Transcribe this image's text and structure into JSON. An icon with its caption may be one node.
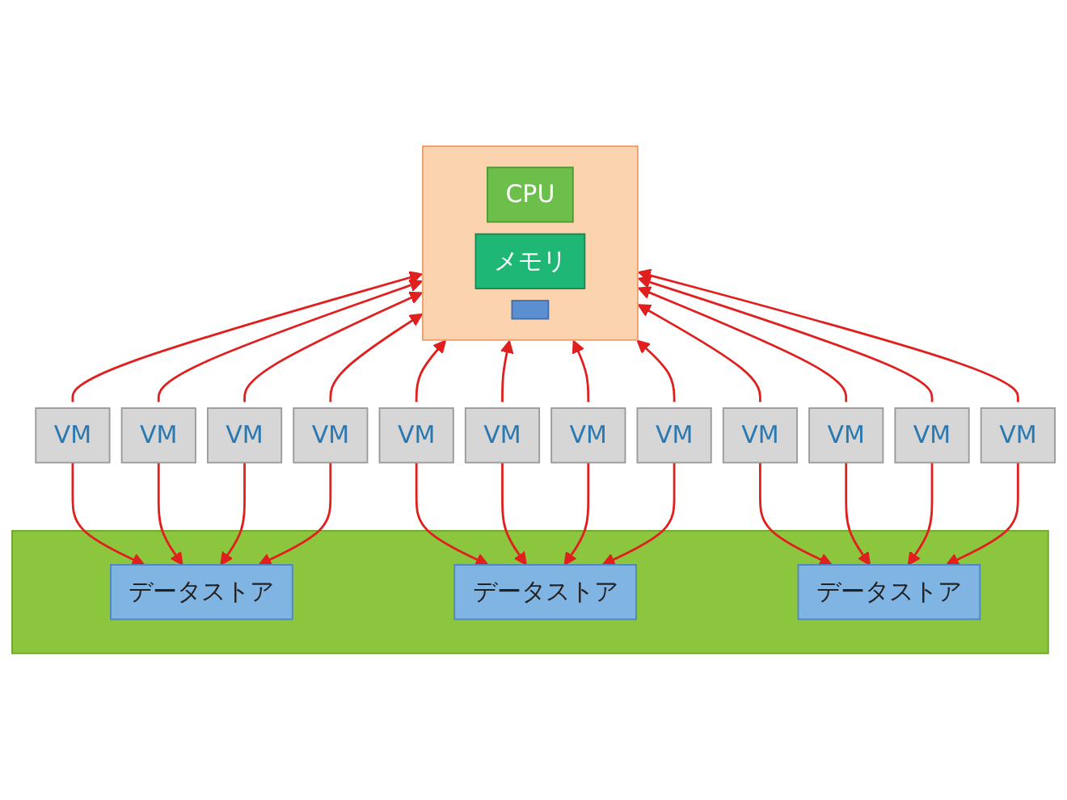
{
  "diagram": {
    "nodes": [
      {
        "text": [],
        "shape": "box"
      },
      {
        "text": [
          "CPU"
        ],
        "in": 0
      },
      {
        "text": [
          "メモリ"
        ],
        "in": 0
      },
      {
        "text": [],
        "shape": "box",
        "in": 0
      },
      {
        "text": [
          "VM"
        ]
      },
      {
        "text": [
          "VM"
        ]
      },
      {
        "text": [
          "VM"
        ]
      },
      {
        "text": [
          "VM"
        ]
      },
      {
        "text": [
          "VM"
        ]
      },
      {
        "text": [
          "VM"
        ]
      },
      {
        "text": [
          "VM"
        ]
      },
      {
        "text": [
          "VM"
        ]
      },
      {
        "text": [
          "VM"
        ]
      },
      {
        "text": [
          "VM"
        ]
      },
      {
        "text": [
          "VM"
        ]
      },
      {
        "text": [
          "VM"
        ]
      },
      {
        "text": [],
        "shape": "box"
      },
      {
        "text": [
          "データストア"
        ],
        "in": 16
      },
      {
        "text": [
          "データストア"
        ],
        "in": 16
      },
      {
        "text": [
          "データストア"
        ],
        "in": 16
      }
    ],
    "edges": [
      {
        "from": 4,
        "to": 0,
        "arrow": "to"
      },
      {
        "from": 4,
        "to": 17,
        "arrow": "to"
      },
      {
        "from": 5,
        "to": 0,
        "arrow": "to"
      },
      {
        "from": 5,
        "to": 17,
        "arrow": "to"
      },
      {
        "from": 6,
        "to": 0,
        "arrow": "to"
      },
      {
        "from": 6,
        "to": 17,
        "arrow": "to"
      },
      {
        "from": 7,
        "to": 0,
        "arrow": "to"
      },
      {
        "from": 7,
        "to": 17,
        "arrow": "to"
      },
      {
        "from": 8,
        "to": 0,
        "arrow": "to"
      },
      {
        "from": 8,
        "to": 18,
        "arrow": "to"
      },
      {
        "from": 9,
        "to": 0,
        "arrow": "to"
      },
      {
        "from": 9,
        "to": 18,
        "arrow": "to"
      },
      {
        "from": 10,
        "to": 0,
        "arrow": "to"
      },
      {
        "from": 10,
        "to": 18,
        "arrow": "to"
      },
      {
        "from": 11,
        "to": 0,
        "arrow": "to"
      },
      {
        "from": 11,
        "to": 18,
        "arrow": "to"
      },
      {
        "from": 12,
        "to": 0,
        "arrow": "to"
      },
      {
        "from": 12,
        "to": 19,
        "arrow": "to"
      },
      {
        "from": 13,
        "to": 0,
        "arrow": "to"
      },
      {
        "from": 13,
        "to": 19,
        "arrow": "to"
      },
      {
        "from": 14,
        "to": 0,
        "arrow": "to"
      },
      {
        "from": 14,
        "to": 19,
        "arrow": "to"
      },
      {
        "from": 15,
        "to": 0,
        "arrow": "to"
      },
      {
        "from": 15,
        "to": 19,
        "arrow": "to"
      }
    ]
  }
}
